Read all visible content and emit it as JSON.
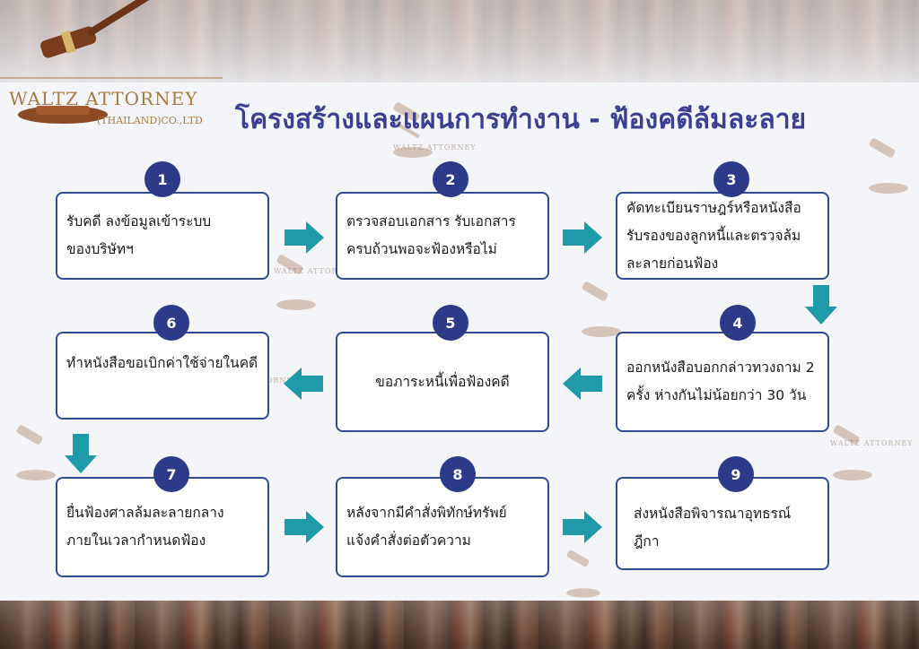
{
  "brand": {
    "name": "WALTZ ATTORNEY",
    "sub": "(THAILAND)CO.,LTD",
    "watermark": "WALTZ ATTORNEY"
  },
  "title": "โครงสร้างและแผนการทำงาน - ฟ้องคดีล้มละลาย",
  "colors": {
    "title": "#3a3f92",
    "badge": "#2c3a8a",
    "box_border": "#2f4a8e",
    "arrow": "#1f9aa8",
    "logo_gold": "#a57b43"
  },
  "steps": [
    {
      "num": "1",
      "lines": [
        "รับคดี ลงข้อมูลเข้าระบบ",
        "ของบริษัทฯ"
      ]
    },
    {
      "num": "2",
      "lines": [
        "ตรวจสอบเอกสาร รับเอกสาร",
        "ครบถ้วนพอจะฟ้องหรือไม่"
      ]
    },
    {
      "num": "3",
      "lines": [
        "คัดทะเบียนราษฎร์หรือหนังสือ",
        "รับรองของลูกหนี้และตรวจล้ม",
        "ละลายก่อนฟ้อง"
      ]
    },
    {
      "num": "4",
      "lines": [
        "ออกหนังสือบอกกล่าวทวงถาม 2",
        "ครั้ง ห่างกันไม่น้อยกว่า 30 วัน"
      ]
    },
    {
      "num": "5",
      "lines": [
        "ขอภาระหนี้เพื่อฟ้องคดี"
      ]
    },
    {
      "num": "6",
      "lines": [
        "ทำหนังสือขอเบิกค่าใช้จ่ายในคดี"
      ]
    },
    {
      "num": "7",
      "lines": [
        "ยื่นฟ้องศาลล้มละลายกลาง",
        "ภายในเวลากำหนดฟ้อง"
      ]
    },
    {
      "num": "8",
      "lines": [
        "หลังจากมีคำสั่งพิทักษ์ทรัพย์",
        "แจ้งคำสั่งต่อตัวความ"
      ]
    },
    {
      "num": "9",
      "lines": [
        "ส่งหนังสือพิจารณาอุทธรณ์ ฎีกา"
      ]
    }
  ]
}
